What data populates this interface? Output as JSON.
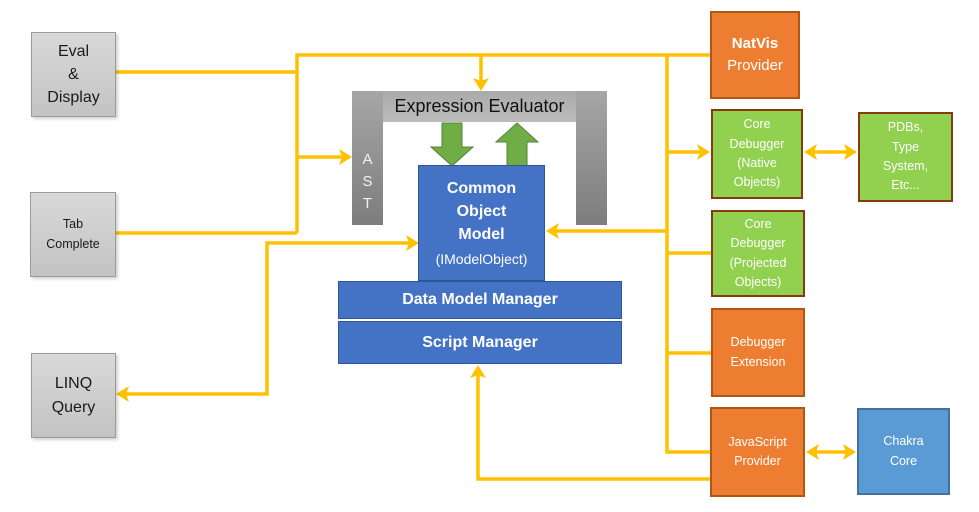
{
  "colors": {
    "yellow": "#FFC000",
    "orange": "#ED7D31",
    "orange_border": "#B05716",
    "green": "#92D050",
    "green_border": "#843C0C",
    "blue": "#4472C4",
    "blue_border": "#2F5597",
    "light_blue": "#5B9BD5",
    "light_blue_border": "#41719C",
    "green_arrow": "#70AD47",
    "green_arrow_border": "#548235"
  },
  "left_panel": {
    "eval_display": "Eval\n&\nDisplay",
    "tab_complete": "Tab\nComplete",
    "linq_query": "LINQ\nQuery"
  },
  "center": {
    "expression_evaluator": "Expression Evaluator",
    "ast": "A\nS\nT",
    "common_object_model": {
      "title": "Common\nObject\nModel",
      "subtitle": "(IModelObject)"
    },
    "data_model_manager": "Data Model Manager",
    "script_manager": "Script Manager"
  },
  "right_panel": {
    "natvis": {
      "title": "NatVis",
      "subtitle": "Provider"
    },
    "core_debugger_native": "Core\nDebugger\n(Native\nObjects)",
    "pdbs": "PDBs,\nType\nSystem,\nEtc...",
    "core_debugger_projected": "Core\nDebugger\n(Projected\nObjects)",
    "debugger_extension": "Debugger\nExtension",
    "javascript_provider": "JavaScript\nProvider",
    "chakra_core": "Chakra\nCore"
  }
}
